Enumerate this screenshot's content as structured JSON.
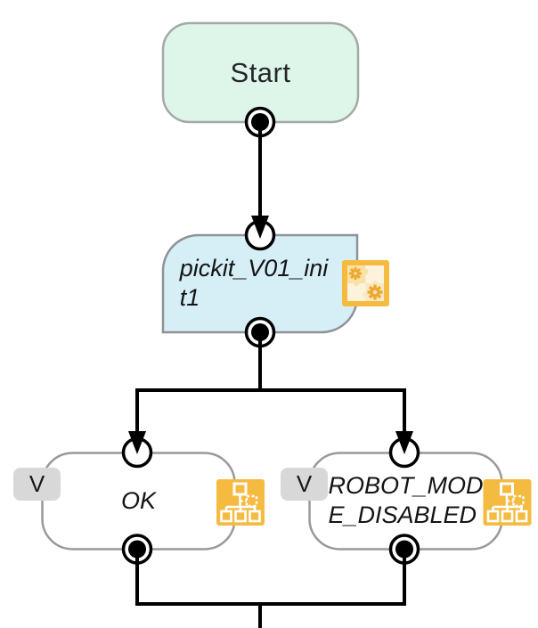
{
  "diagram": {
    "background": "#ffffff",
    "connector_color": "#000000",
    "badge_bg": "#d8d8d8",
    "nodes": [
      {
        "id": "start",
        "type": "start",
        "label": "Start",
        "fill": "#def5ea",
        "border": "#a3a9a4"
      },
      {
        "id": "pickit_v01_init1",
        "type": "subprogram-call",
        "label": "pickit_V01_init1",
        "label_lines": [
          "pickit_V01_ini",
          "t1"
        ],
        "fill": "#d6eff6",
        "border": "#8e9295",
        "icon": "puzzle-gears-icon",
        "icon_color": "#f5bb41"
      },
      {
        "id": "case_ok",
        "type": "case-branch",
        "badge": "V",
        "label": "OK",
        "label_lines": [
          "OK"
        ],
        "fill": "#ffffff",
        "border": "#999999",
        "icon": "tree-icon",
        "icon_color": "#f5bb41"
      },
      {
        "id": "case_robot_mode_disabled",
        "type": "case-branch",
        "badge": "V",
        "label": "ROBOT_MODE_DISABLED",
        "label_lines": [
          "ROBOT_MOD",
          "E_DISABLED"
        ],
        "fill": "#ffffff",
        "border": "#999999",
        "icon": "tree-icon",
        "icon_color": "#f5bb41"
      }
    ],
    "edges": [
      {
        "from": "start",
        "to": "pickit_v01_init1"
      },
      {
        "from": "pickit_v01_init1",
        "to": "case_ok"
      },
      {
        "from": "pickit_v01_init1",
        "to": "case_robot_mode_disabled"
      },
      {
        "from": "case_ok",
        "to": "merge-below"
      },
      {
        "from": "case_robot_mode_disabled",
        "to": "merge-below"
      }
    ]
  }
}
